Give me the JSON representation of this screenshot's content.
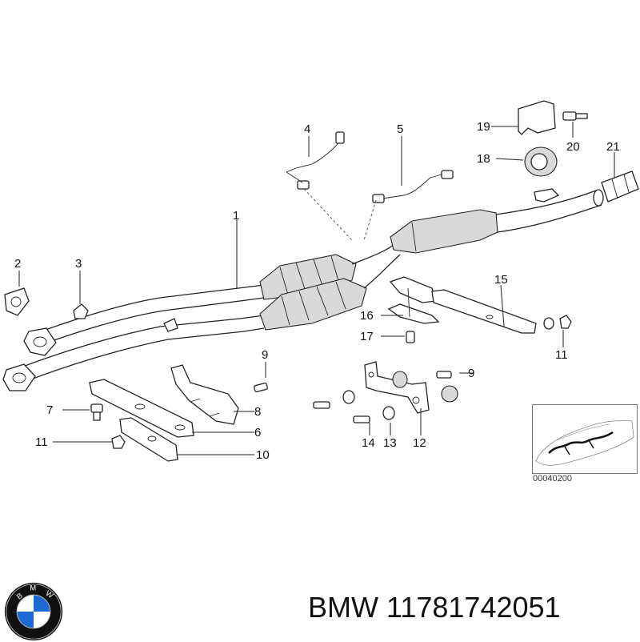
{
  "callouts": [
    {
      "id": "p1",
      "text": "1"
    },
    {
      "id": "p2",
      "text": "2"
    },
    {
      "id": "p3",
      "text": "3"
    },
    {
      "id": "p4",
      "text": "4"
    },
    {
      "id": "p5",
      "text": "5"
    },
    {
      "id": "p6",
      "text": "6"
    },
    {
      "id": "p7",
      "text": "7"
    },
    {
      "id": "p8",
      "text": "8"
    },
    {
      "id": "p9a",
      "text": "9"
    },
    {
      "id": "p9b",
      "text": "9"
    },
    {
      "id": "p10",
      "text": "10"
    },
    {
      "id": "p11a",
      "text": "11"
    },
    {
      "id": "p11b",
      "text": "11"
    },
    {
      "id": "p12",
      "text": "12"
    },
    {
      "id": "p13",
      "text": "13"
    },
    {
      "id": "p14",
      "text": "14"
    },
    {
      "id": "p15",
      "text": "15"
    },
    {
      "id": "p16",
      "text": "16"
    },
    {
      "id": "p17",
      "text": "17"
    },
    {
      "id": "p18",
      "text": "18"
    },
    {
      "id": "p19",
      "text": "19"
    },
    {
      "id": "p20",
      "text": "20"
    },
    {
      "id": "p21",
      "text": "21"
    }
  ],
  "inset": {
    "code": "00040200"
  },
  "caption": {
    "text": "BMW 11781742051"
  },
  "logo": {
    "lettering": "BMW",
    "colors": {
      "blue": "#1c69d4",
      "white": "#ffffff",
      "ring": "#111111"
    }
  }
}
